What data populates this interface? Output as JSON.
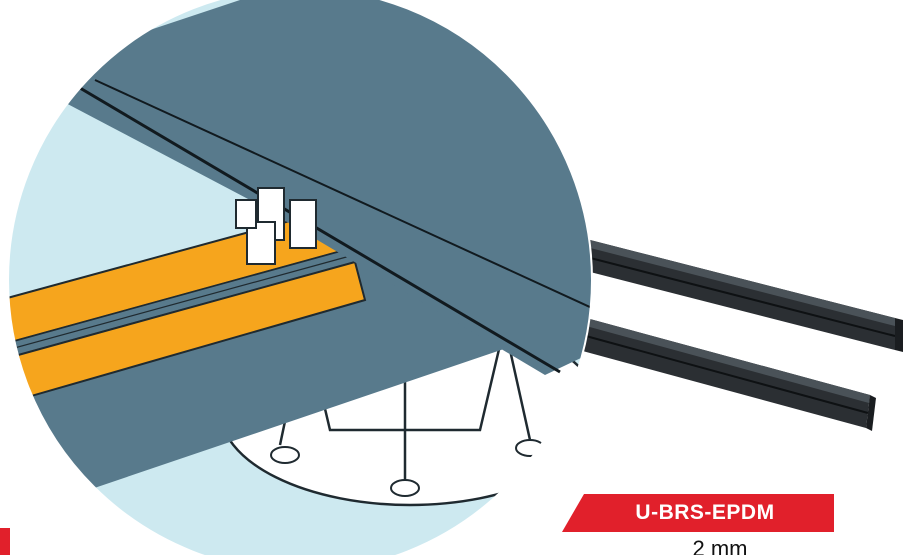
{
  "badge": {
    "code": "U-BRS-EPDM"
  },
  "spec": {
    "thickness": "2 mm"
  },
  "illustration": {
    "subject": "deck-board-on-pedestal-with-rubber-strips-illustration"
  },
  "colors": {
    "accent_red": "#e1202b",
    "deck_board": "#587a8c",
    "joist_orange": "#f6a51d",
    "sky_blue": "#cde9f0",
    "rubber_strip": "#2b2f33"
  }
}
